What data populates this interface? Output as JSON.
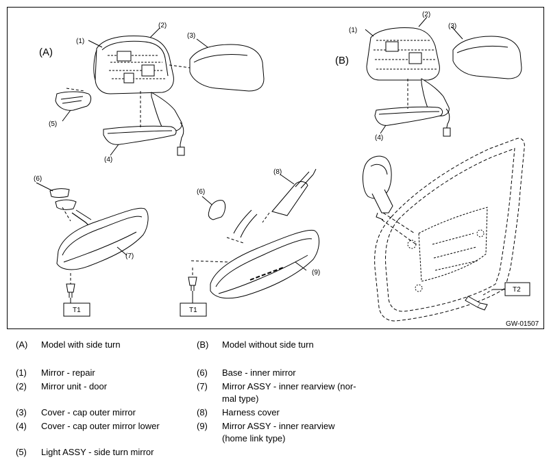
{
  "figure": {
    "view_a_label": "(A)",
    "view_b_label": "(B)",
    "callouts": {
      "a1": "(1)",
      "a2": "(2)",
      "a3": "(3)",
      "a4": "(4)",
      "a5": "(5)",
      "b1": "(1)",
      "b2": "(2)",
      "b3": "(3)",
      "b4": "(4)",
      "c6": "(6)",
      "c7": "(7)",
      "d6": "(6)",
      "d8": "(8)",
      "d9": "(9)"
    },
    "torque_tags": {
      "t1_left": "T1",
      "t1_right": "T1",
      "t2": "T2"
    },
    "figure_code": "GW-01507"
  },
  "legend": {
    "left": [
      {
        "key": "(A)",
        "text": "Model with side turn"
      },
      {
        "key": "(1)",
        "text": "Mirror - repair"
      },
      {
        "key": "(2)",
        "text": "Mirror unit - door"
      },
      {
        "key": "(3)",
        "text": "Cover - cap outer mirror"
      },
      {
        "key": "(4)",
        "text": "Cover - cap outer mirror lower"
      },
      {
        "key": "(5)",
        "text": "Light ASSY - side turn mirror"
      }
    ],
    "right": [
      {
        "key": "(B)",
        "text": "Model without side turn"
      },
      {
        "key": "(6)",
        "text": "Base - inner mirror"
      },
      {
        "key": "(7)",
        "text": "Mirror ASSY - inner rearview (nor-",
        "cont": "mal type)"
      },
      {
        "key": "(8)",
        "text": "Harness cover"
      },
      {
        "key": "(9)",
        "text": "Mirror ASSY - inner rearview",
        "cont": "(home link type)"
      }
    ]
  }
}
